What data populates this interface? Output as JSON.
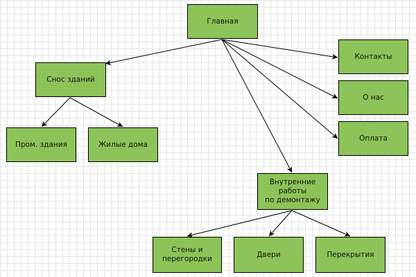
{
  "diagram": {
    "node_fill": "#8dc459",
    "node_stroke": "#000000",
    "edge_color": "#000000",
    "nodes": [
      {
        "id": "main",
        "label": "Главная"
      },
      {
        "id": "snos",
        "label": "Снос зданий"
      },
      {
        "id": "prom",
        "label": "Пром. здания"
      },
      {
        "id": "zhilye",
        "label": "Жилые дома"
      },
      {
        "id": "kontakty",
        "label": "Контакты"
      },
      {
        "id": "onas",
        "label": "О нас"
      },
      {
        "id": "oplata",
        "label": "Оплата"
      },
      {
        "id": "vnutr",
        "label": "Внутренние работы\nпо демонтажу"
      },
      {
        "id": "steny",
        "label": "Стены и\nперегородки"
      },
      {
        "id": "dveri",
        "label": "Двери"
      },
      {
        "id": "perekr",
        "label": "Перекрытия"
      }
    ],
    "edges": [
      {
        "from": "main",
        "to": "snos"
      },
      {
        "from": "main",
        "to": "kontakty"
      },
      {
        "from": "main",
        "to": "onas"
      },
      {
        "from": "main",
        "to": "oplata"
      },
      {
        "from": "main",
        "to": "vnutr"
      },
      {
        "from": "snos",
        "to": "prom"
      },
      {
        "from": "snos",
        "to": "zhilye"
      },
      {
        "from": "vnutr",
        "to": "steny"
      },
      {
        "from": "vnutr",
        "to": "dveri"
      },
      {
        "from": "vnutr",
        "to": "perekr"
      }
    ]
  }
}
